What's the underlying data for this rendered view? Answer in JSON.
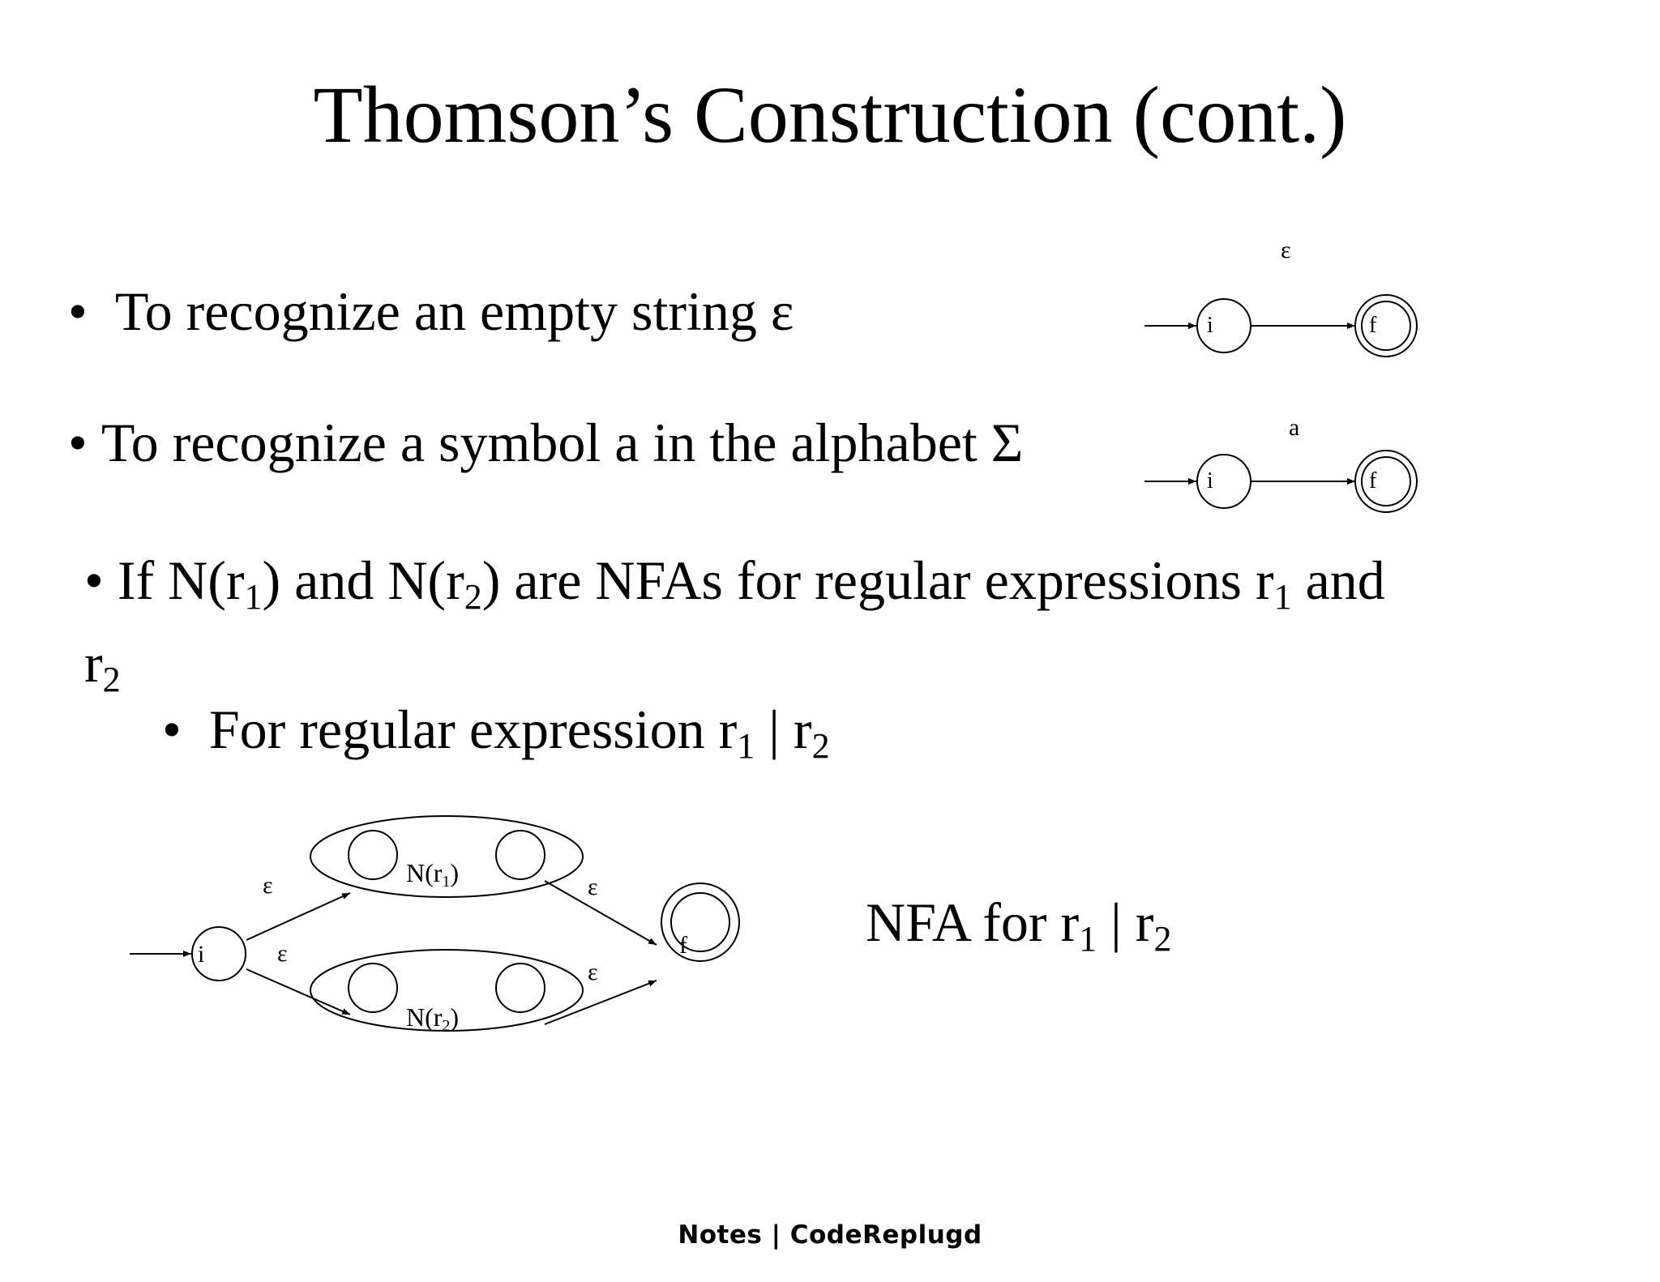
{
  "slide": {
    "title": "Thomson’s Construction (cont.)",
    "bullets": {
      "b1": "To recognize an empty string ε",
      "b2": "To recognize a symbol a in the alphabet Σ",
      "b3": {
        "p1": "If N(r",
        "s1": "1",
        "p2": ") and N(r",
        "s2": "2",
        "p3": ") are NFAs for regular expressions r",
        "s3": "1",
        "p4": " and",
        "line2": "r",
        "line2_sub": "2"
      },
      "b4": {
        "p1": "For regular expression  r",
        "s1": "1",
        "p2": " | r",
        "s2": "2"
      }
    },
    "diagram_empty": {
      "edge_label": "ε",
      "start_state": "i",
      "final_state": "f"
    },
    "diagram_symbol": {
      "edge_label": "a",
      "start_state": "i",
      "final_state": "f"
    },
    "diagram_union": {
      "start_state": "i",
      "final_state": "f",
      "n1_p1": "N(r",
      "n1_sub": "1",
      "n1_p2": ")",
      "n2_p1": "N(r",
      "n2_sub": "2",
      "n2_p2": ")",
      "eps_in_top": "ε",
      "eps_in_bottom": "ε",
      "eps_out_top": "ε",
      "eps_out_bottom": "ε"
    },
    "caption": {
      "p1": "NFA for   r",
      "s1": "1",
      "p2": " | r",
      "s2": "2"
    }
  },
  "footer": {
    "text": "Notes | CodeReplugd"
  }
}
